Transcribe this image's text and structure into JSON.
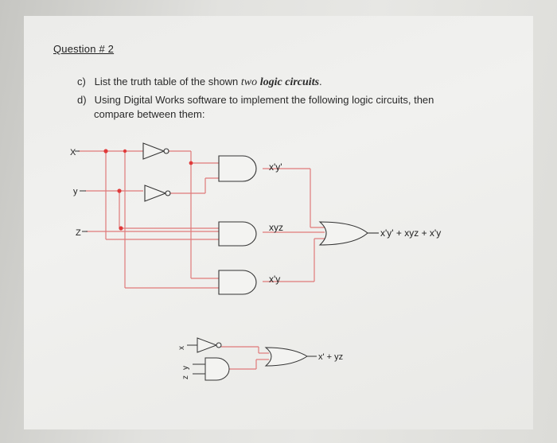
{
  "question": {
    "heading": "Question # 2"
  },
  "items": [
    {
      "label": "c)",
      "prefix": "List the truth table of the shown ",
      "emph1": "two",
      "emph2": "logic circuits",
      "suffix": "."
    },
    {
      "label": "d)",
      "text": "Using Digital Works software to implement the following logic circuits, then",
      "continuation": "compare between them:"
    }
  ],
  "circuit1": {
    "inputs": [
      "X",
      "y",
      "Z"
    ],
    "gate_labels": [
      "x'y'",
      "xyz",
      "x'y"
    ],
    "output": "x'y' + xyz + x'y"
  },
  "circuit2": {
    "inputs": [
      "x",
      "y",
      "z"
    ],
    "output": "x' + yz"
  },
  "colors": {
    "wire": "#e07a7a",
    "gate": "#333333",
    "dot": "#e03a3a",
    "paper": "#efefed"
  }
}
